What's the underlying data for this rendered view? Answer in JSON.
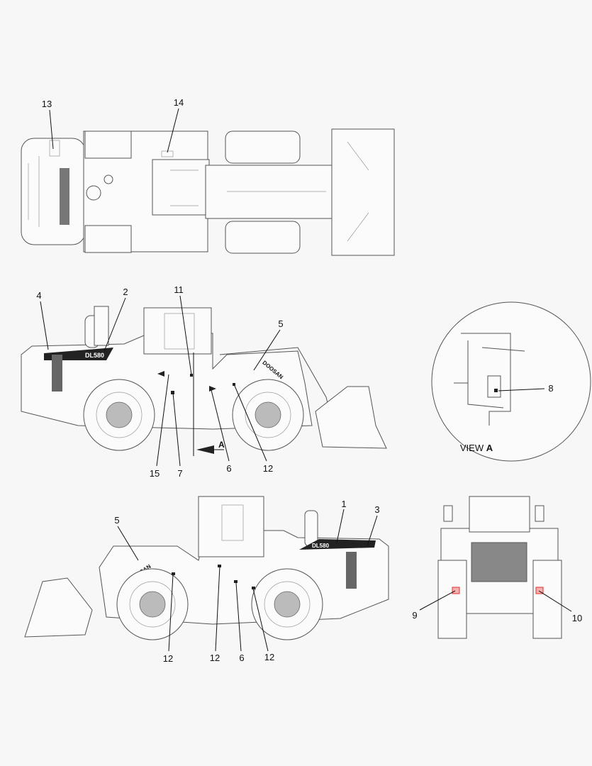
{
  "callouts": [
    "13",
    "14",
    "4",
    "2",
    "11",
    "5",
    "8",
    "15",
    "7",
    "6",
    "12",
    "1",
    "3",
    "5",
    "12",
    "12",
    "6",
    "12",
    "9",
    "10"
  ],
  "view_label": {
    "prefix": "VIEW",
    "letter": "A"
  },
  "section_arrow_letter": "A",
  "decals": {
    "model_a": "DL580",
    "model_b": "DL580",
    "brand": "DOOSAN"
  },
  "colors": {
    "background": "#f7f7f7",
    "line": "#555555",
    "decal": "#111111",
    "highlight": "#e03030"
  }
}
